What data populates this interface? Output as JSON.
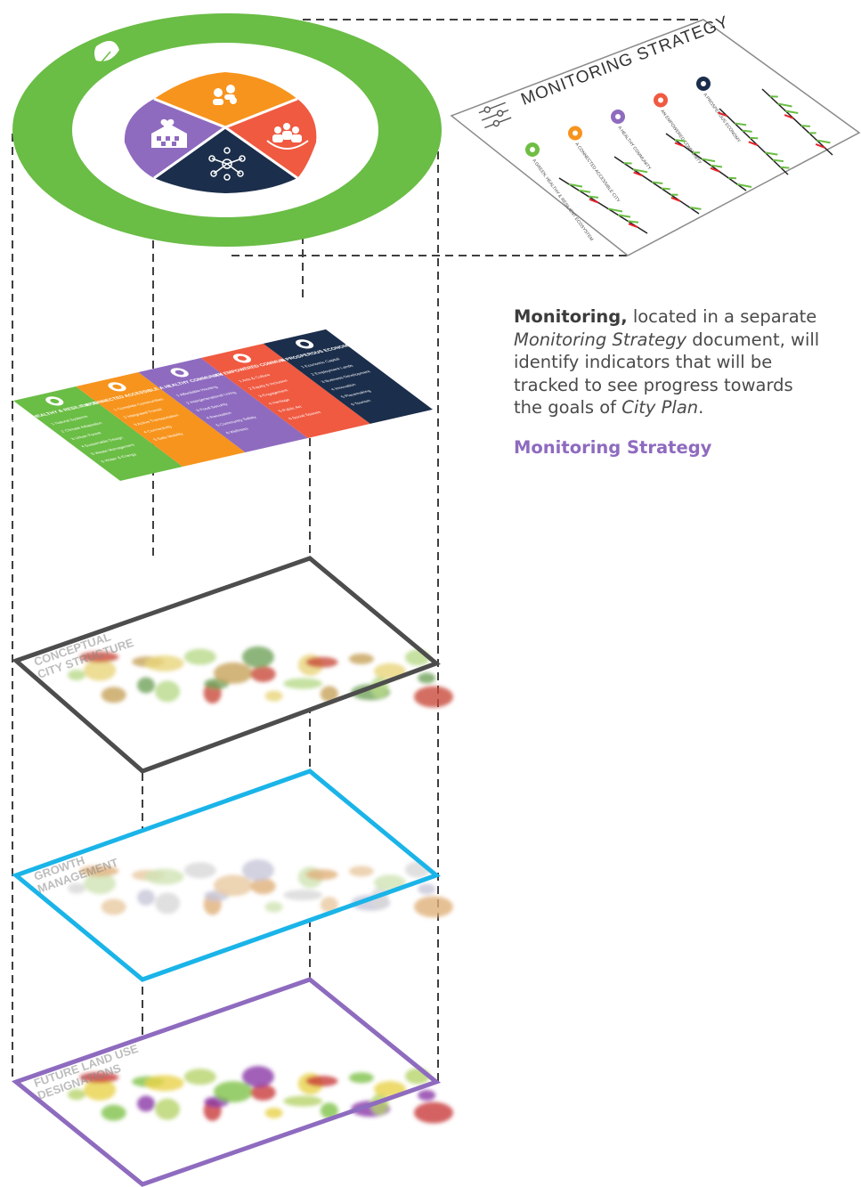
{
  "note": {
    "bold_lead": "Monitoring,",
    "text_1": " located in a separate ",
    "italic_1": "Monitoring Strategy",
    "text_2": " document, will identify indicators that will be tracked to see progress towards the goals of ",
    "italic_2": "City Plan",
    "text_3": ".",
    "link_label": "Monitoring Strategy"
  },
  "monitoring_sheet": {
    "title": "MONITORING STRATEGY",
    "goals": [
      {
        "label": "A GREEN, HEALTHY & RESILIENT ECOSYSTEM",
        "color": "#6fbe44",
        "icon": "leaf-icon"
      },
      {
        "label": "A CONNECTED ACCESSIBLE CITY",
        "color": "#f7941d",
        "icon": "people-icon"
      },
      {
        "label": "A HEALTHY COMMUNITY",
        "color": "#8e6bbf",
        "icon": "house-icon"
      },
      {
        "label": "AN EMPOWERED COMMUNITY",
        "color": "#ef5a41",
        "icon": "community-icon"
      },
      {
        "label": "A PROSPEROUS ECONOMY",
        "color": "#1b2e4b",
        "icon": "network-icon"
      }
    ]
  },
  "colors": {
    "ring_green": "#6abd45",
    "orange": "#f7941d",
    "purple": "#8e6bbf",
    "red": "#ef5a41",
    "navy": "#1b2e4b",
    "map_dark": "#4d4d4d",
    "map_blue": "#1ab4e8",
    "map_purple": "#8e6bbf"
  },
  "columns": [
    {
      "title": "A GREEN, HEALTHY & RESILIENT ECOSYSTEM",
      "color": "#6abd45",
      "icon": "leaf-icon",
      "items": [
        "1  Natural Systems",
        "2  Climate Adaptation",
        "3  Urban Forest",
        "4  Sustainable Design",
        "5  Waste Management",
        "6  Water & Energy"
      ]
    },
    {
      "title": "A CONNECTED ACCESSIBLE CITY",
      "color": "#f7941d",
      "icon": "people-icon",
      "items": [
        "1  Complete Communities",
        "2  Integrated Transit",
        "3  Active Transportation",
        "4  Connectivity",
        "5  Safe Mobility"
      ]
    },
    {
      "title": "A HEALTHY COMMUNITY",
      "color": "#8e6bbf",
      "icon": "house-icon",
      "items": [
        "1  Affordable Housing",
        "2  Intergenerational Living",
        "3  Food Security",
        "4  Recreation",
        "5  Community Safety",
        "6  Wellness"
      ]
    },
    {
      "title": "AN EMPOWERED COMMUNITY",
      "color": "#ef5a41",
      "icon": "community-icon",
      "items": [
        "1  Arts & Culture",
        "2  Equity & Inclusion",
        "3  Engagement",
        "4  Heritage",
        "5  Public Art",
        "6  Social Spaces"
      ]
    },
    {
      "title": "A PROSPEROUS ECONOMY",
      "color": "#1b2e4b",
      "icon": "network-icon",
      "items": [
        "1  Economic Capital",
        "2  Employment Lands",
        "3  Business Development",
        "4  Innovation",
        "5  Placemaking",
        "6  Tourism"
      ]
    }
  ],
  "maps": [
    {
      "title_line1": "CONCEPTUAL",
      "title_line2": "CITY STRUCTURE",
      "border": "#4d4d4d"
    },
    {
      "title_line1": "GROWTH",
      "title_line2": "MANAGEMENT",
      "border": "#1ab4e8"
    },
    {
      "title_line1": "FUTURE LAND USE",
      "title_line2": "DESIGNATIONS",
      "border": "#8e6bbf"
    }
  ]
}
